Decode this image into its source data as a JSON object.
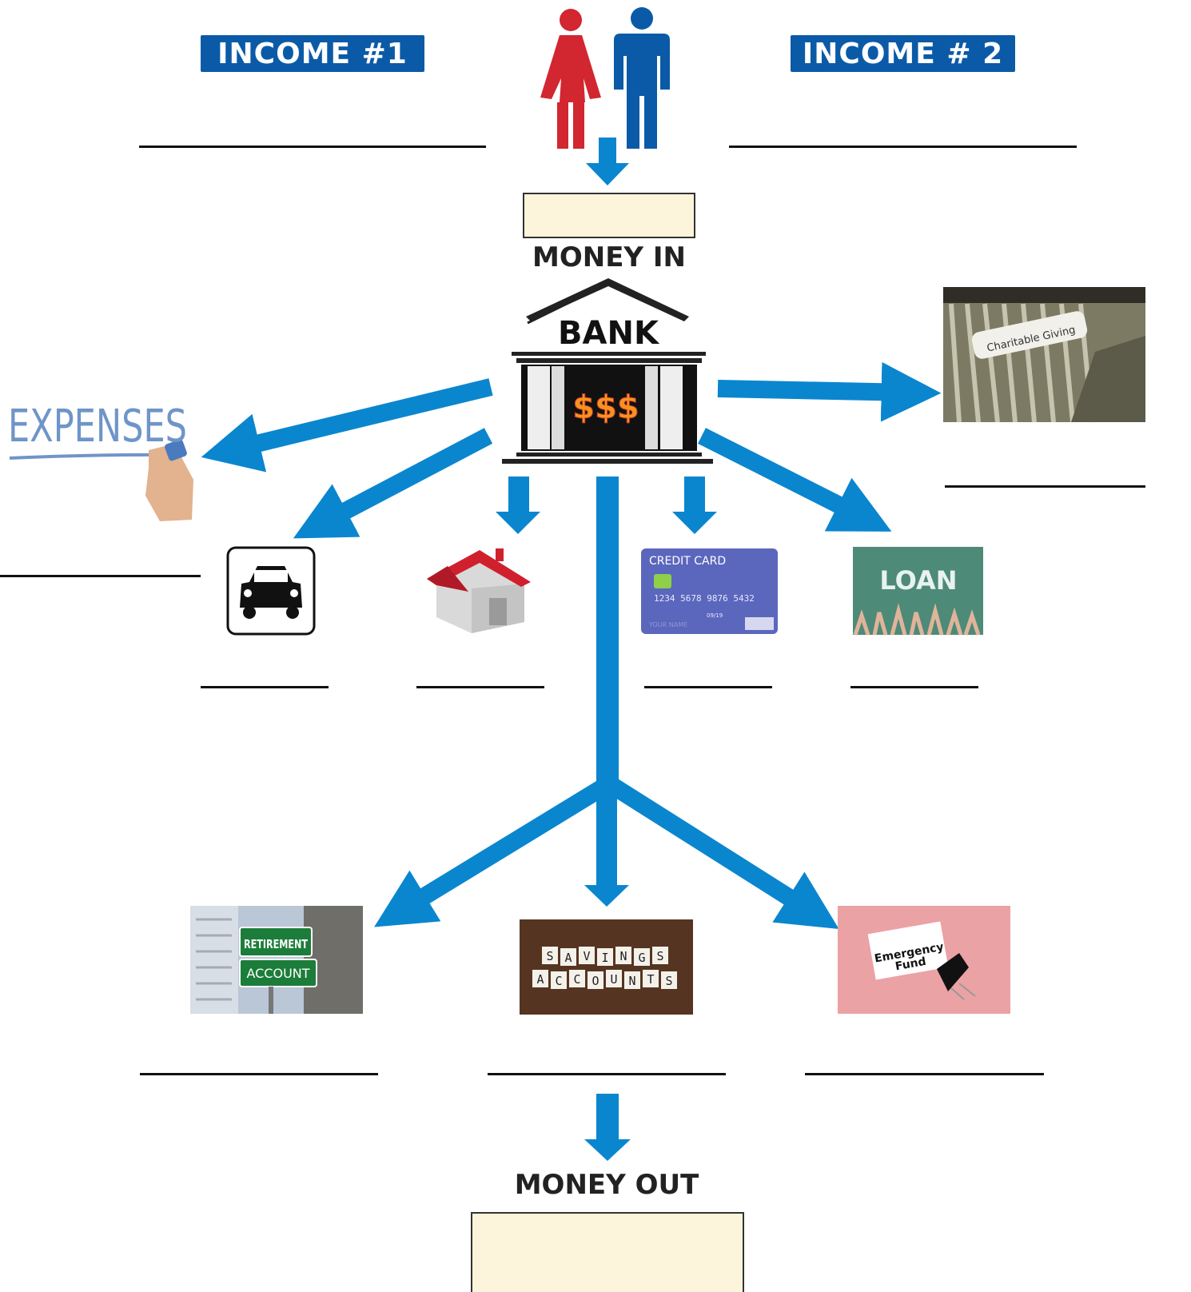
{
  "income1": {
    "label": "INCOME  #1"
  },
  "income2": {
    "label": "INCOME # 2"
  },
  "money_in": {
    "label": "MONEY IN"
  },
  "bank": {
    "label": "BANK",
    "symbol": "$$$"
  },
  "expenses": {
    "label": "EXPENSES"
  },
  "charity": {
    "label": "Charitable Giving"
  },
  "credit_card": {
    "title": "CREDIT CARD",
    "number": "1234 5678 9876 5432",
    "expiry": "09/19",
    "name": "YOUR NAME"
  },
  "loan": {
    "label": "LOAN"
  },
  "retirement": {
    "line1": "RETIREMENT",
    "line2": "ACCOUNT"
  },
  "savings": {
    "line1": [
      "S",
      "A",
      "V",
      "I",
      "N",
      "G",
      "S"
    ],
    "line2": [
      "A",
      "C",
      "C",
      "O",
      "U",
      "N",
      "T",
      "S"
    ]
  },
  "emergency": {
    "line1": "Emergency",
    "line2": "Fund"
  },
  "money_out": {
    "label": "MONEY OUT"
  },
  "colors": {
    "arrow": "#0a86cf",
    "badge": "#0b5aa7",
    "woman": "#d22630",
    "man": "#0b5aa7",
    "box_fill": "#fdf5db"
  }
}
